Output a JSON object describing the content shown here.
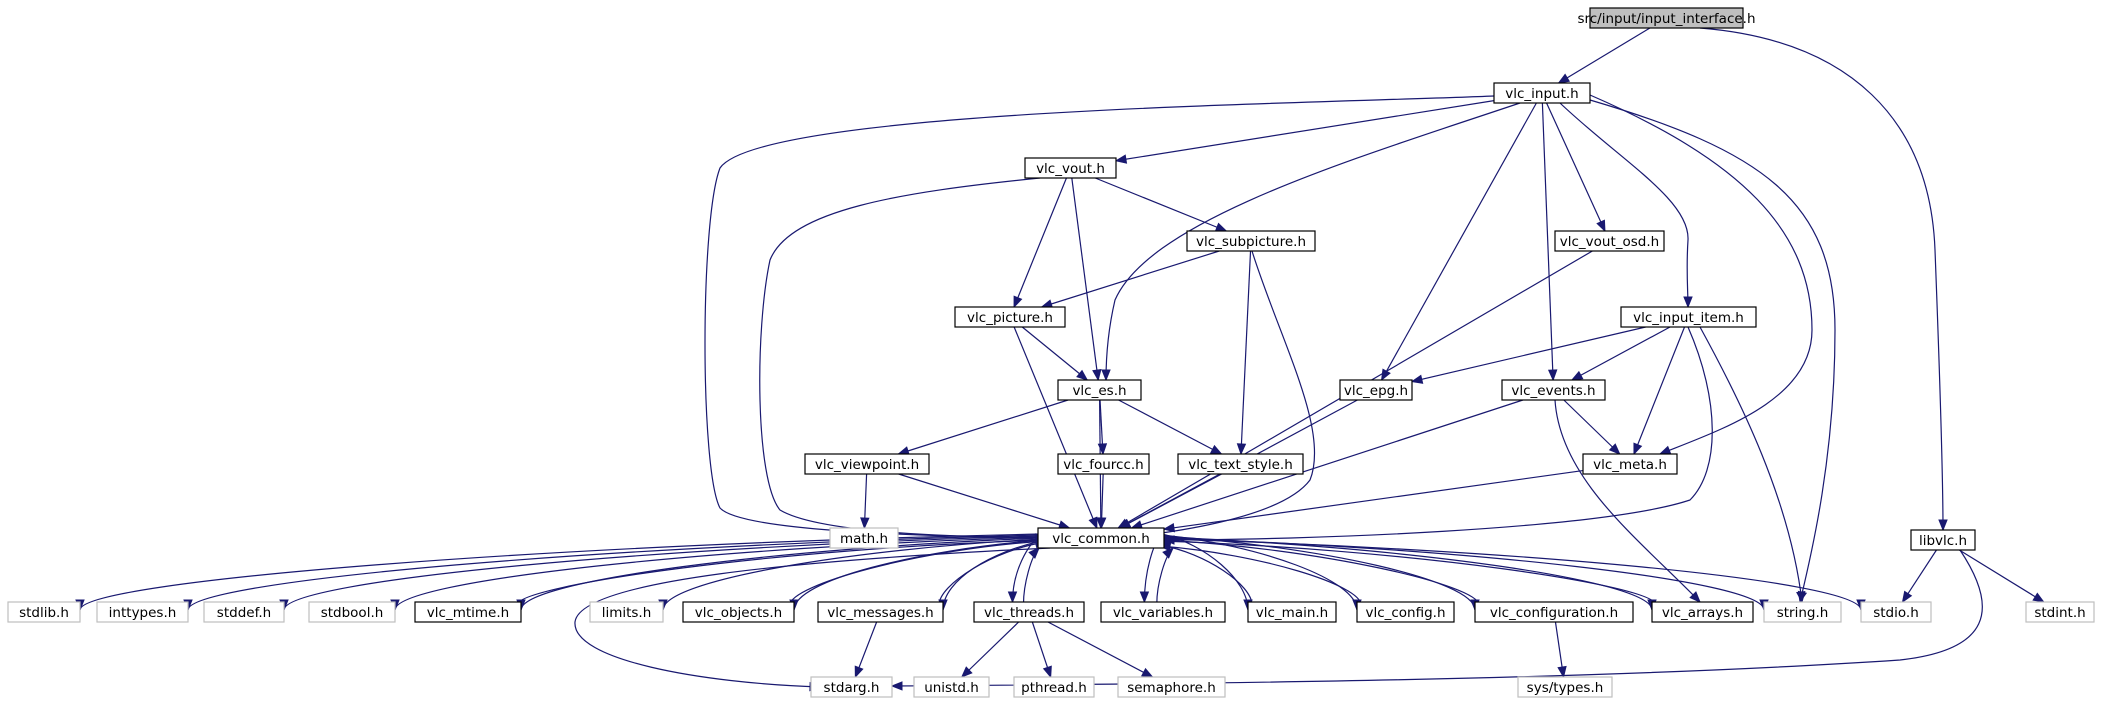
{
  "graph": {
    "edge_color": "#191970",
    "root_fill": "#bfbfbf",
    "external_border": "#bfbfbf",
    "nodes": [
      {
        "id": "root",
        "label": "src/input/input_interface.h",
        "kind": "root"
      },
      {
        "id": "vlc_input",
        "label": "vlc_input.h",
        "kind": "doc"
      },
      {
        "id": "libvlc",
        "label": "libvlc.h",
        "kind": "doc"
      },
      {
        "id": "vlc_vout",
        "label": "vlc_vout.h",
        "kind": "doc"
      },
      {
        "id": "vlc_subpicture",
        "label": "vlc_subpicture.h",
        "kind": "doc"
      },
      {
        "id": "vlc_vout_osd",
        "label": "vlc_vout_osd.h",
        "kind": "doc"
      },
      {
        "id": "vlc_input_item",
        "label": "vlc_input_item.h",
        "kind": "doc"
      },
      {
        "id": "vlc_picture",
        "label": "vlc_picture.h",
        "kind": "doc"
      },
      {
        "id": "vlc_es",
        "label": "vlc_es.h",
        "kind": "doc"
      },
      {
        "id": "vlc_epg",
        "label": "vlc_epg.h",
        "kind": "doc"
      },
      {
        "id": "vlc_events",
        "label": "vlc_events.h",
        "kind": "doc"
      },
      {
        "id": "vlc_viewpoint",
        "label": "vlc_viewpoint.h",
        "kind": "doc"
      },
      {
        "id": "vlc_fourcc",
        "label": "vlc_fourcc.h",
        "kind": "doc"
      },
      {
        "id": "vlc_text_style",
        "label": "vlc_text_style.h",
        "kind": "doc"
      },
      {
        "id": "vlc_meta",
        "label": "vlc_meta.h",
        "kind": "doc"
      },
      {
        "id": "math",
        "label": "math.h",
        "kind": "ext"
      },
      {
        "id": "vlc_common",
        "label": "vlc_common.h",
        "kind": "doc"
      },
      {
        "id": "stdlib",
        "label": "stdlib.h",
        "kind": "ext"
      },
      {
        "id": "inttypes",
        "label": "inttypes.h",
        "kind": "ext"
      },
      {
        "id": "stddef",
        "label": "stddef.h",
        "kind": "ext"
      },
      {
        "id": "stdbool",
        "label": "stdbool.h",
        "kind": "ext"
      },
      {
        "id": "vlc_mtime",
        "label": "vlc_mtime.h",
        "kind": "doc"
      },
      {
        "id": "limits",
        "label": "limits.h",
        "kind": "ext"
      },
      {
        "id": "vlc_objects",
        "label": "vlc_objects.h",
        "kind": "doc"
      },
      {
        "id": "vlc_messages",
        "label": "vlc_messages.h",
        "kind": "doc"
      },
      {
        "id": "vlc_threads",
        "label": "vlc_threads.h",
        "kind": "doc"
      },
      {
        "id": "vlc_variables",
        "label": "vlc_variables.h",
        "kind": "doc"
      },
      {
        "id": "vlc_main",
        "label": "vlc_main.h",
        "kind": "doc"
      },
      {
        "id": "vlc_config",
        "label": "vlc_config.h",
        "kind": "doc"
      },
      {
        "id": "vlc_configuration",
        "label": "vlc_configuration.h",
        "kind": "doc"
      },
      {
        "id": "vlc_arrays",
        "label": "vlc_arrays.h",
        "kind": "doc"
      },
      {
        "id": "string",
        "label": "string.h",
        "kind": "ext"
      },
      {
        "id": "stdio",
        "label": "stdio.h",
        "kind": "ext"
      },
      {
        "id": "stdint",
        "label": "stdint.h",
        "kind": "ext"
      },
      {
        "id": "stdarg",
        "label": "stdarg.h",
        "kind": "ext"
      },
      {
        "id": "unistd",
        "label": "unistd.h",
        "kind": "ext"
      },
      {
        "id": "pthread",
        "label": "pthread.h",
        "kind": "ext"
      },
      {
        "id": "semaphore",
        "label": "semaphore.h",
        "kind": "ext"
      },
      {
        "id": "sys_types",
        "label": "sys/types.h",
        "kind": "ext"
      }
    ],
    "edges": [
      {
        "from": "root",
        "to": "vlc_input"
      },
      {
        "from": "root",
        "to": "libvlc"
      },
      {
        "from": "vlc_input",
        "to": "vlc_vout"
      },
      {
        "from": "vlc_input",
        "to": "vlc_common"
      },
      {
        "from": "vlc_input",
        "to": "vlc_es"
      },
      {
        "from": "vlc_input",
        "to": "vlc_epg"
      },
      {
        "from": "vlc_input",
        "to": "vlc_events"
      },
      {
        "from": "vlc_input",
        "to": "vlc_vout_osd"
      },
      {
        "from": "vlc_input",
        "to": "vlc_input_item"
      },
      {
        "from": "vlc_input",
        "to": "vlc_meta"
      },
      {
        "from": "vlc_input",
        "to": "string"
      },
      {
        "from": "vlc_vout",
        "to": "vlc_common"
      },
      {
        "from": "vlc_vout",
        "to": "vlc_picture"
      },
      {
        "from": "vlc_vout",
        "to": "vlc_es"
      },
      {
        "from": "vlc_vout",
        "to": "vlc_subpicture"
      },
      {
        "from": "vlc_subpicture",
        "to": "vlc_picture"
      },
      {
        "from": "vlc_subpicture",
        "to": "vlc_text_style"
      },
      {
        "from": "vlc_subpicture",
        "to": "vlc_common"
      },
      {
        "from": "vlc_picture",
        "to": "vlc_es"
      },
      {
        "from": "vlc_picture",
        "to": "vlc_common"
      },
      {
        "from": "vlc_vout_osd",
        "to": "vlc_common"
      },
      {
        "from": "vlc_input_item",
        "to": "vlc_epg"
      },
      {
        "from": "vlc_input_item",
        "to": "vlc_events"
      },
      {
        "from": "vlc_input_item",
        "to": "vlc_meta"
      },
      {
        "from": "vlc_input_item",
        "to": "vlc_common"
      },
      {
        "from": "vlc_input_item",
        "to": "string"
      },
      {
        "from": "vlc_es",
        "to": "vlc_viewpoint"
      },
      {
        "from": "vlc_es",
        "to": "vlc_fourcc"
      },
      {
        "from": "vlc_es",
        "to": "vlc_text_style"
      },
      {
        "from": "vlc_es",
        "to": "vlc_common"
      },
      {
        "from": "vlc_epg",
        "to": "vlc_common"
      },
      {
        "from": "vlc_events",
        "to": "vlc_meta"
      },
      {
        "from": "vlc_events",
        "to": "vlc_common"
      },
      {
        "from": "vlc_events",
        "to": "vlc_arrays"
      },
      {
        "from": "vlc_viewpoint",
        "to": "math"
      },
      {
        "from": "vlc_viewpoint",
        "to": "vlc_common"
      },
      {
        "from": "vlc_fourcc",
        "to": "vlc_common"
      },
      {
        "from": "vlc_text_style",
        "to": "vlc_common"
      },
      {
        "from": "vlc_meta",
        "to": "vlc_common"
      },
      {
        "from": "vlc_common",
        "to": "stdlib"
      },
      {
        "from": "vlc_common",
        "to": "inttypes"
      },
      {
        "from": "vlc_common",
        "to": "stddef"
      },
      {
        "from": "vlc_common",
        "to": "stdbool"
      },
      {
        "from": "vlc_common",
        "to": "vlc_mtime"
      },
      {
        "from": "vlc_common",
        "to": "limits"
      },
      {
        "from": "vlc_common",
        "to": "vlc_objects"
      },
      {
        "from": "vlc_common",
        "to": "vlc_messages"
      },
      {
        "from": "vlc_common",
        "to": "vlc_threads"
      },
      {
        "from": "vlc_common",
        "to": "vlc_variables"
      },
      {
        "from": "vlc_common",
        "to": "vlc_main"
      },
      {
        "from": "vlc_common",
        "to": "vlc_config"
      },
      {
        "from": "vlc_common",
        "to": "vlc_configuration"
      },
      {
        "from": "vlc_common",
        "to": "vlc_arrays"
      },
      {
        "from": "vlc_common",
        "to": "string"
      },
      {
        "from": "vlc_common",
        "to": "stdio"
      },
      {
        "from": "vlc_common",
        "to": "stdarg"
      },
      {
        "from": "vlc_mtime",
        "to": "vlc_common"
      },
      {
        "from": "vlc_objects",
        "to": "vlc_common"
      },
      {
        "from": "vlc_messages",
        "to": "vlc_common"
      },
      {
        "from": "vlc_messages",
        "to": "stdarg"
      },
      {
        "from": "vlc_threads",
        "to": "vlc_common"
      },
      {
        "from": "vlc_threads",
        "to": "unistd"
      },
      {
        "from": "vlc_threads",
        "to": "pthread"
      },
      {
        "from": "vlc_threads",
        "to": "semaphore"
      },
      {
        "from": "vlc_variables",
        "to": "vlc_common"
      },
      {
        "from": "vlc_main",
        "to": "vlc_common"
      },
      {
        "from": "vlc_config",
        "to": "vlc_common"
      },
      {
        "from": "vlc_configuration",
        "to": "vlc_common"
      },
      {
        "from": "vlc_configuration",
        "to": "sys_types"
      },
      {
        "from": "vlc_arrays",
        "to": "vlc_common"
      },
      {
        "from": "libvlc",
        "to": "stdio"
      },
      {
        "from": "libvlc",
        "to": "stdint"
      },
      {
        "from": "libvlc",
        "to": "stdarg"
      }
    ]
  }
}
